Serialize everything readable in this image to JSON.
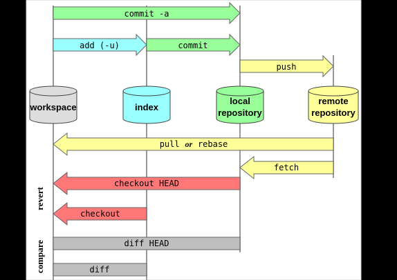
{
  "colors": {
    "page_bg": "#000000",
    "panel_bg": "#ffffff",
    "panel_border": "#cccccc",
    "lifeline": "#999999",
    "outline": "#666666",
    "green": "#99ff99",
    "cyan": "#99ffff",
    "yellow": "#ffff99",
    "red": "#ff7777",
    "gray": "#bfbfbf",
    "cyl_gray": "#dddddd"
  },
  "stores": {
    "workspace": {
      "label": [
        "workspace"
      ],
      "color": "gray"
    },
    "index": {
      "label": [
        "index"
      ],
      "color": "cyan"
    },
    "local": {
      "label": [
        "local",
        "repository"
      ],
      "color": "green"
    },
    "remote": {
      "label": [
        "remote",
        "repository"
      ],
      "color": "yellow"
    }
  },
  "commands": {
    "commit_a": {
      "label": "commit -a",
      "color": "green",
      "direction": "right",
      "from": "workspace",
      "to": "local"
    },
    "add_u": {
      "label": "add (-u)",
      "color": "cyan",
      "direction": "right",
      "from": "workspace",
      "to": "index"
    },
    "commit": {
      "label": "commit",
      "color": "green",
      "direction": "right",
      "from": "index",
      "to": "local"
    },
    "push": {
      "label": "push",
      "color": "yellow",
      "direction": "right",
      "from": "local",
      "to": "remote"
    },
    "pull_rebase": {
      "label_a": "pull",
      "label_or": "or",
      "label_b": "rebase",
      "color": "yellow",
      "direction": "left",
      "from": "remote",
      "to": "workspace"
    },
    "fetch": {
      "label": "fetch",
      "color": "yellow",
      "direction": "left",
      "from": "remote",
      "to": "local"
    },
    "checkout_head": {
      "label": "checkout HEAD",
      "color": "red",
      "direction": "left",
      "from": "local",
      "to": "workspace"
    },
    "checkout": {
      "label": "checkout",
      "color": "red",
      "direction": "left",
      "from": "index",
      "to": "workspace"
    },
    "diff_head": {
      "label": "diff HEAD",
      "color": "gray",
      "direction": "none",
      "from": "workspace",
      "to": "local"
    },
    "diff": {
      "label": "diff",
      "color": "gray",
      "direction": "none",
      "from": "workspace",
      "to": "index"
    }
  },
  "side_labels": {
    "revert": "revert",
    "compare": "compare"
  }
}
